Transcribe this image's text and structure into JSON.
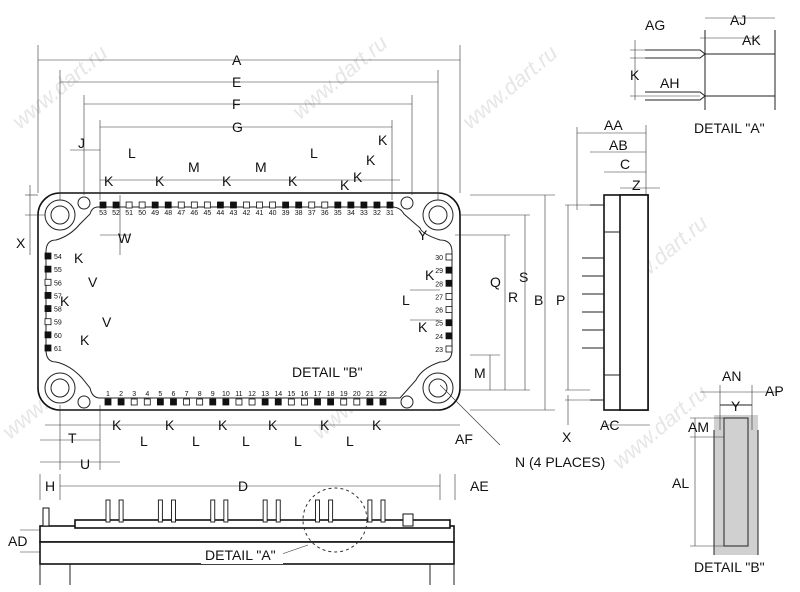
{
  "dims": {
    "A": "A",
    "E": "E",
    "F": "F",
    "G": "G",
    "J": "J",
    "K": "K",
    "L": "L",
    "M": "M",
    "W": "W",
    "V": "V",
    "X": "X",
    "Y": "Y",
    "Q": "Q",
    "R": "R",
    "S": "S",
    "B": "B",
    "P": "P",
    "T": "T",
    "U": "U",
    "H": "H",
    "D": "D",
    "AD": "AD",
    "AE": "AE",
    "AF": "AF",
    "AC": "AC",
    "AA": "AA",
    "AB": "AB",
    "C": "C",
    "Z": "Z",
    "AG": "AG",
    "AJ": "AJ",
    "AK": "AK",
    "AH": "AH",
    "AN": "AN",
    "AP": "AP",
    "AM": "AM",
    "AL": "AL"
  },
  "callouts": {
    "detail_a_title": "DETAIL \"A\"",
    "detail_b_title": "DETAIL \"B\"",
    "detail_b_ref": "DETAIL \"B\"",
    "detail_a_ref": "DETAIL \"A\"",
    "mounting": "N (4 PLACES)"
  },
  "pins": {
    "top": [
      {
        "n": "53",
        "f": 1
      },
      {
        "n": "52",
        "f": 1
      },
      {
        "n": "51",
        "f": 0
      },
      {
        "n": "50",
        "f": 0
      },
      {
        "n": "49",
        "f": 1
      },
      {
        "n": "48",
        "f": 1
      },
      {
        "n": "47",
        "f": 0
      },
      {
        "n": "46",
        "f": 0
      },
      {
        "n": "45",
        "f": 0
      },
      {
        "n": "44",
        "f": 1
      },
      {
        "n": "43",
        "f": 1
      },
      {
        "n": "42",
        "f": 0
      },
      {
        "n": "41",
        "f": 0
      },
      {
        "n": "40",
        "f": 0
      },
      {
        "n": "39",
        "f": 1
      },
      {
        "n": "38",
        "f": 1
      },
      {
        "n": "37",
        "f": 0
      },
      {
        "n": "36",
        "f": 0
      },
      {
        "n": "35",
        "f": 1
      },
      {
        "n": "34",
        "f": 1
      },
      {
        "n": "33",
        "f": 1
      },
      {
        "n": "32",
        "f": 1
      },
      {
        "n": "31",
        "f": 1
      }
    ],
    "bottom": [
      {
        "n": "1",
        "f": 1
      },
      {
        "n": "2",
        "f": 1
      },
      {
        "n": "3",
        "f": 0
      },
      {
        "n": "4",
        "f": 0
      },
      {
        "n": "5",
        "f": 1
      },
      {
        "n": "6",
        "f": 1
      },
      {
        "n": "7",
        "f": 0
      },
      {
        "n": "8",
        "f": 0
      },
      {
        "n": "9",
        "f": 1
      },
      {
        "n": "10",
        "f": 1
      },
      {
        "n": "11",
        "f": 0
      },
      {
        "n": "12",
        "f": 0
      },
      {
        "n": "13",
        "f": 1
      },
      {
        "n": "14",
        "f": 1
      },
      {
        "n": "15",
        "f": 0
      },
      {
        "n": "16",
        "f": 0
      },
      {
        "n": "17",
        "f": 1
      },
      {
        "n": "18",
        "f": 1
      },
      {
        "n": "19",
        "f": 0
      },
      {
        "n": "20",
        "f": 0
      },
      {
        "n": "21",
        "f": 1
      },
      {
        "n": "22",
        "f": 1
      }
    ],
    "left": [
      {
        "n": "54",
        "f": 1
      },
      {
        "n": "55",
        "f": 1
      },
      {
        "n": "56",
        "f": 0
      },
      {
        "n": "57",
        "f": 1
      },
      {
        "n": "58",
        "f": 1
      },
      {
        "n": "59",
        "f": 0
      },
      {
        "n": "60",
        "f": 1
      },
      {
        "n": "61",
        "f": 1
      }
    ],
    "right": [
      {
        "n": "30",
        "f": 0
      },
      {
        "n": "29",
        "f": 1
      },
      {
        "n": "28",
        "f": 1
      },
      {
        "n": "27",
        "f": 0
      },
      {
        "n": "26",
        "f": 0
      },
      {
        "n": "25",
        "f": 1
      },
      {
        "n": "24",
        "f": 1
      },
      {
        "n": "23",
        "f": 0
      }
    ]
  },
  "watermark": "www.dart.ru"
}
